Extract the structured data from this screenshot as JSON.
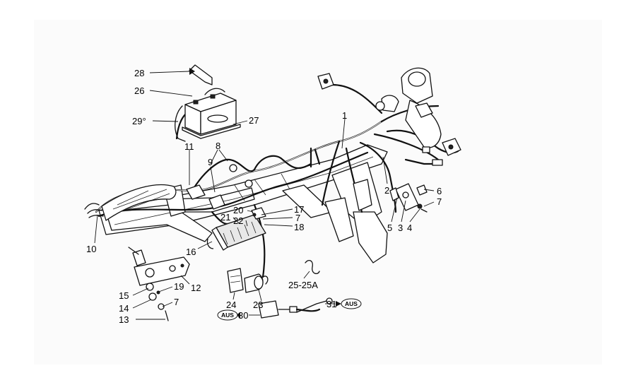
{
  "callouts": [
    {
      "id": "28",
      "text": "28"
    },
    {
      "id": "26",
      "text": "26"
    },
    {
      "id": "29",
      "text": "29°"
    },
    {
      "id": "27",
      "text": "27"
    },
    {
      "id": "1",
      "text": "1"
    },
    {
      "id": "11",
      "text": "11"
    },
    {
      "id": "8",
      "text": "8"
    },
    {
      "id": "9",
      "text": "9"
    },
    {
      "id": "2",
      "text": "2"
    },
    {
      "id": "6",
      "text": "6"
    },
    {
      "id": "7a",
      "text": "7"
    },
    {
      "id": "5",
      "text": "5"
    },
    {
      "id": "3",
      "text": "3"
    },
    {
      "id": "4",
      "text": "4"
    },
    {
      "id": "20",
      "text": "20"
    },
    {
      "id": "17",
      "text": "17"
    },
    {
      "id": "21",
      "text": "21"
    },
    {
      "id": "22",
      "text": "22"
    },
    {
      "id": "7b",
      "text": "7"
    },
    {
      "id": "18",
      "text": "18"
    },
    {
      "id": "10",
      "text": "10"
    },
    {
      "id": "16",
      "text": "16"
    },
    {
      "id": "15",
      "text": "15"
    },
    {
      "id": "19",
      "text": "19"
    },
    {
      "id": "12",
      "text": "12"
    },
    {
      "id": "14",
      "text": "14"
    },
    {
      "id": "7c",
      "text": "7"
    },
    {
      "id": "13",
      "text": "13"
    },
    {
      "id": "25",
      "text": "25-25A"
    },
    {
      "id": "24",
      "text": "24"
    },
    {
      "id": "23",
      "text": "23"
    },
    {
      "id": "30",
      "text": "30"
    },
    {
      "id": "31",
      "text": "31"
    }
  ],
  "badges": [
    {
      "id": "aus-left",
      "text": "AUS"
    },
    {
      "id": "aus-right",
      "text": "AUS"
    }
  ],
  "colors": {
    "ink": "#111111",
    "background": "#ffffff",
    "panel": "#fbfbfb"
  }
}
